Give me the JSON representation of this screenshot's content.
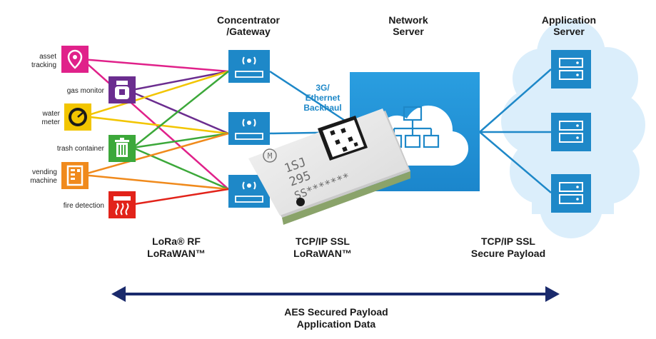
{
  "headers": {
    "gateway": [
      "Concentrator",
      "/Gateway"
    ],
    "network": [
      "Network",
      "Server"
    ],
    "application": [
      "Application",
      "Server"
    ]
  },
  "devices": [
    {
      "label": [
        "asset",
        "tracking"
      ],
      "icon": "location-pin-icon",
      "color": "#e0218a"
    },
    {
      "label": [
        "gas monitor"
      ],
      "icon": "gas-monitor-icon",
      "color": "#6b2d8f"
    },
    {
      "label": [
        "water",
        "meter"
      ],
      "icon": "gauge-icon",
      "color": "#f2c500"
    },
    {
      "label": [
        "trash container"
      ],
      "icon": "trash-icon",
      "color": "#3ca83a"
    },
    {
      "label": [
        "vending",
        "machine"
      ],
      "icon": "vending-machine-icon",
      "color": "#f08a1c"
    },
    {
      "label": [
        "fire detection"
      ],
      "icon": "fire-detector-icon",
      "color": "#e2231a"
    }
  ],
  "backhaul": [
    "3G/",
    "Ethernet",
    "Backhaul"
  ],
  "chip": {
    "lines": [
      "1SJ",
      "295",
      "SS*******"
    ],
    "logo": "M"
  },
  "bottom_labels": {
    "rf": [
      "LoRa® RF",
      "LoRaWAN™"
    ],
    "tcp": [
      "TCP/IP SSL",
      "LoRaWAN™"
    ],
    "secure": [
      "TCP/IP SSL",
      "Secure Payload"
    ]
  },
  "footer": [
    "AES Secured Payload",
    "Application Data"
  ],
  "colors": {
    "accent": "#1e88c8",
    "cloud": "#dbeefb",
    "arrow": "#1a2a6c"
  }
}
